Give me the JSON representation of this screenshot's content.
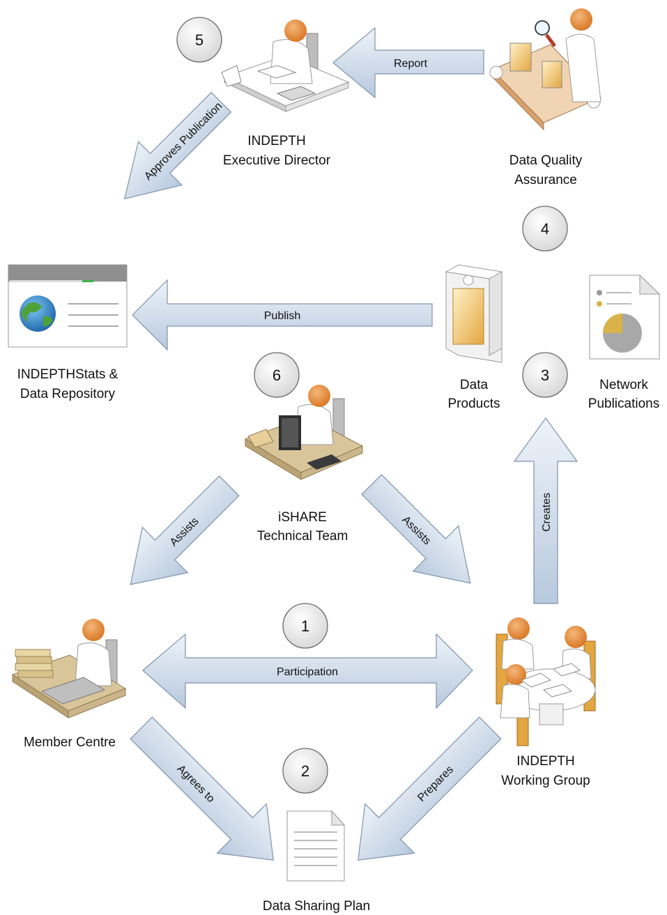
{
  "nodes": {
    "executive_director": [
      "INDEPTH",
      "Executive Director"
    ],
    "data_quality": [
      "Data Quality",
      "Assurance"
    ],
    "stats_repository": [
      "INDEPTHStats &",
      "Data Repository"
    ],
    "data_products": [
      "Data",
      "Products"
    ],
    "network_publications": [
      "Network",
      "Publications"
    ],
    "ishare_team": [
      "iSHARE",
      "Technical Team"
    ],
    "member_centre": [
      "Member Centre"
    ],
    "working_group": [
      "INDEPTH",
      "Working Group"
    ],
    "data_sharing_plan": [
      "Data Sharing Plan"
    ]
  },
  "arrows": {
    "report": "Report",
    "approves": "Approves Publication",
    "publish": "Publish",
    "creates": "Creates",
    "assists_left": "Assists",
    "assists_right": "Assists",
    "participation": "Participation",
    "agrees": "Agrees to",
    "prepares": "Prepares"
  },
  "steps": {
    "s1": "1",
    "s2": "2",
    "s3": "3",
    "s4": "4",
    "s5": "5",
    "s6": "6"
  },
  "colors": {
    "arrow_light": "#e8eff7",
    "arrow_dark": "#b9cbe0",
    "skin": "#e0893a",
    "accent_gold": "#d9b24a"
  }
}
